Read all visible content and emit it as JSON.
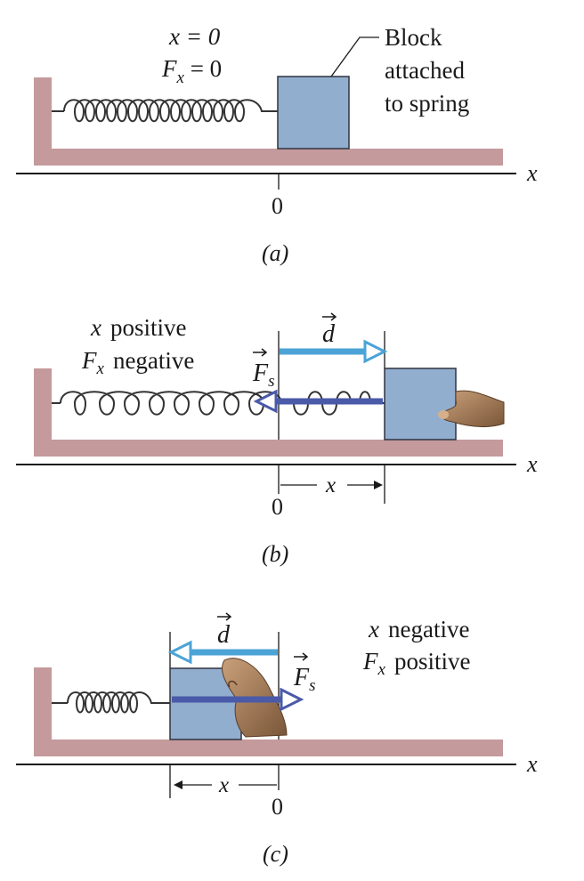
{
  "panel_a": {
    "eq_x": "x = 0",
    "eq_f": "F",
    "eq_f_sub": "x",
    "eq_f_rhs": " = 0",
    "callout": [
      "Block",
      "attached",
      "to spring"
    ],
    "axis_var": "x",
    "origin": "0",
    "caption": "(a)"
  },
  "panel_b": {
    "state_x_var": "x",
    "state_x_word": "positive",
    "state_f_var": "F",
    "state_f_sub": "x",
    "state_f_word": "negative",
    "d_label": "d",
    "f_label": "F",
    "f_sub": "s",
    "axis_var": "x",
    "origin": "0",
    "disp_label": "x",
    "caption": "(b)"
  },
  "panel_c": {
    "state_x_var": "x",
    "state_x_word": "negative",
    "state_f_var": "F",
    "state_f_sub": "x",
    "state_f_word": "positive",
    "d_label": "d",
    "f_label": "F",
    "f_sub": "s",
    "axis_var": "x",
    "origin": "0",
    "disp_label": "x",
    "caption": "(c)"
  },
  "colors": {
    "wall": "#c49a9c",
    "block": "#92aece",
    "block_edge": "#2e3440",
    "d_arrow": "#4ba3d6",
    "f_arrow": "#4a5aa8",
    "hand": "#a07a57"
  }
}
